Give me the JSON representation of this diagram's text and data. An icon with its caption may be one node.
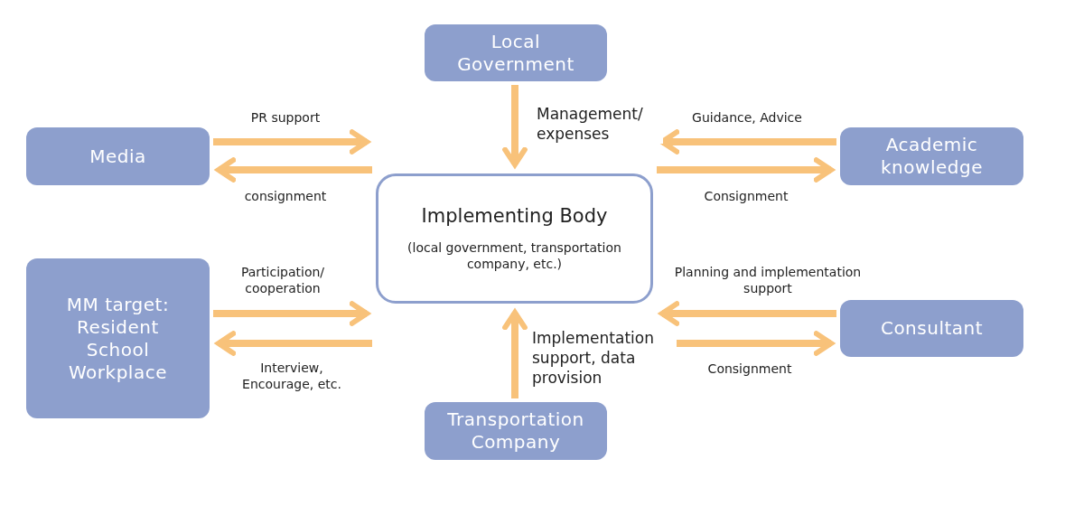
{
  "diagram": {
    "nodes": [
      {
        "text": [
          "Local Government"
        ]
      },
      {
        "text": [
          "Media"
        ]
      },
      {
        "text": [
          "Implementing Body",
          "(local government, transportation company, etc.)"
        ]
      },
      {
        "text": [
          "Academic knowledge"
        ]
      },
      {
        "text": [
          "MM target: Resident School Workplace"
        ]
      },
      {
        "text": [
          "Consultant"
        ]
      },
      {
        "text": [
          "Transportation Company"
        ]
      }
    ],
    "edges": [
      {
        "from": 0,
        "to": 2,
        "arrow": "to",
        "label": "Management/ expenses"
      },
      {
        "from": 1,
        "to": 2,
        "arrow": "to",
        "label": "PR support"
      },
      {
        "from": 2,
        "to": 1,
        "arrow": "to",
        "label": "consignment"
      },
      {
        "from": 3,
        "to": 2,
        "arrow": "to",
        "label": "Guidance, Advice"
      },
      {
        "from": 2,
        "to": 3,
        "arrow": "to",
        "label": "Consignment"
      },
      {
        "from": 4,
        "to": 2,
        "arrow": "to",
        "label": "Participation/ cooperation"
      },
      {
        "from": 2,
        "to": 4,
        "arrow": "to",
        "label": "Interview, Encourage, etc."
      },
      {
        "from": 5,
        "to": 2,
        "arrow": "to",
        "label": "Planning and implementation support"
      },
      {
        "from": 2,
        "to": 5,
        "arrow": "to",
        "label": "Consignment"
      },
      {
        "from": 6,
        "to": 2,
        "arrow": "to",
        "label": "Implementation support, data provision"
      }
    ]
  }
}
